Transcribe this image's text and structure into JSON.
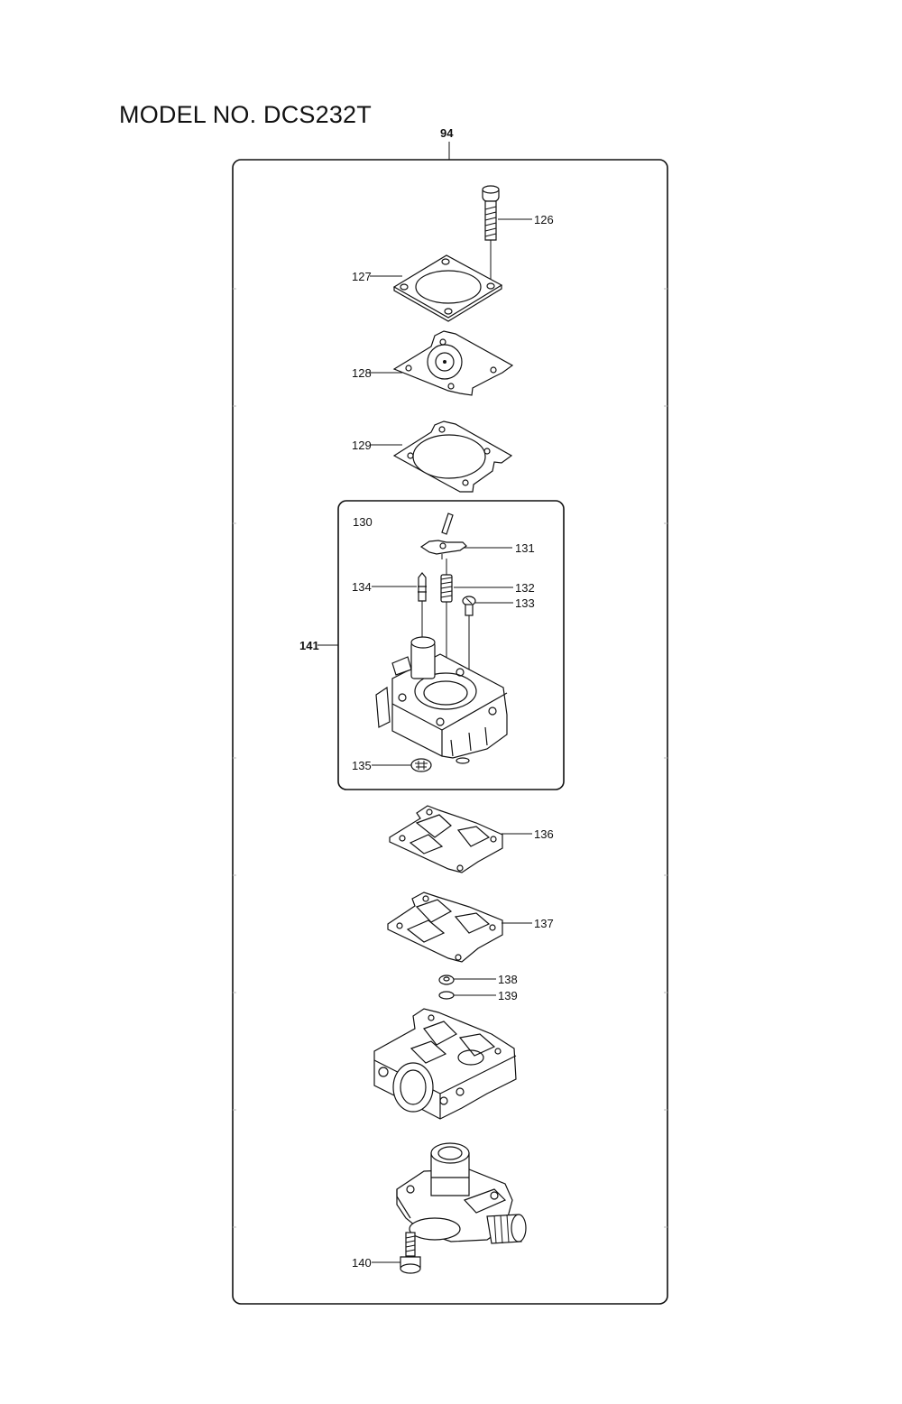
{
  "title": "MODEL NO. DCS232T",
  "assembly_label": "94",
  "kit_label": "141",
  "kit_inner_label": "130",
  "callouts": {
    "p126": "126",
    "p127": "127",
    "p128": "128",
    "p129": "129",
    "p131": "131",
    "p132": "132",
    "p133": "133",
    "p134": "134",
    "p135": "135",
    "p136": "136",
    "p137": "137",
    "p138": "138",
    "p139": "139",
    "p140": "140"
  }
}
